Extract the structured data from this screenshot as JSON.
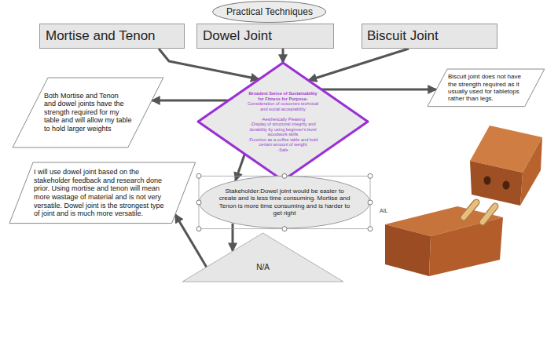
{
  "diagram": {
    "nodes": [
      {
        "text": [
          "Practical Techniques"
        ]
      },
      {
        "text": [
          "Mortise and Tenon"
        ]
      },
      {
        "text": [
          "Dowel Joint"
        ]
      },
      {
        "text": [
          "Biscuit Joint"
        ]
      },
      {
        "text": [
          "Broadest Sense of Sustainability for Fitness for Purpose-",
          "Consideration of outcomes technical and social acceptability",
          "-Aesthetically Pleasing",
          "-Display of structural integrity and durability by using beginner's level woodwork skills",
          "-Function as a coffee table and hold certain amount of weight",
          "-Safe"
        ]
      },
      {
        "text": [
          "Both Mortise and Tenon and dowel joints have the strength required for my table and will allow my table to hold larger weights"
        ]
      },
      {
        "text": [
          "Biscuit joint does not have the strength required as it usually used for tabletops rather than legs."
        ]
      },
      {
        "text": [
          "I will use dowel joint based on the stakeholder feedback and research done prior. Using mortise and tenon will mean more wastage of material and is not very versatile. Dowel joint is the strongest type of joint and is much more versatile."
        ]
      },
      {
        "text": [
          "Stakeholder:Dowel joint would be easier to create and is less time consuming. Mortise and Tenon is more time consuming and is harder to get right"
        ]
      },
      {
        "text": [
          "N/A"
        ]
      }
    ],
    "edges": [
      {
        "from": 1,
        "to": 4,
        "arrow": "to"
      },
      {
        "from": 2,
        "to": 4,
        "arrow": "to"
      },
      {
        "from": 3,
        "to": 4,
        "arrow": "to"
      },
      {
        "from": 4,
        "to": 5,
        "arrow": "to"
      },
      {
        "from": 4,
        "to": 6,
        "arrow": "to"
      },
      {
        "from": 4,
        "to": 8,
        "arrow": "to"
      },
      {
        "from": 8,
        "to": 9,
        "arrow": "to"
      },
      {
        "from": 9,
        "to": 7,
        "arrow": "to"
      }
    ],
    "labels": [
      "AIL"
    ]
  }
}
